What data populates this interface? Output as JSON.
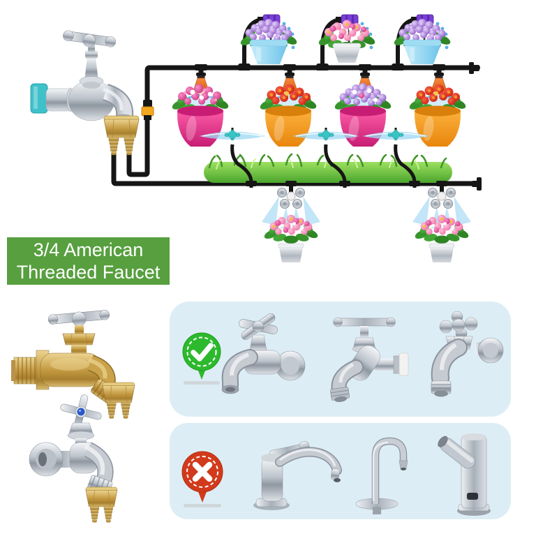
{
  "title": "3/4 American Threaded Faucet drip irrigation product graphic",
  "label": {
    "line1": "3/4 American",
    "line2": "Threaded Faucet"
  },
  "colors": {
    "page_bg": "#ffffff",
    "label_bg": "#579f3f",
    "label_text": "#ffffff",
    "panel_bg": "#ddedf5",
    "check_green": "#2db92d",
    "cross_red": "#d13a1b",
    "tube_black": "#161616",
    "teal_cap": "#3fc1ca",
    "brass": "#c9a24a",
    "chrome": "#c6cbd2",
    "mister_orange": "#ed6a1d",
    "emitter_purple": "#7a3fd8",
    "water_blue": "#7fcdf2",
    "grass_green": "#69c33d",
    "pot_blue": "#7fcdef",
    "pot_magenta": "#e8348c",
    "pot_orange": "#f59a1e",
    "flower_purple": "#a77fd9",
    "flower_red": "#e03020",
    "flower_pink": "#ef7fae"
  },
  "diagram": {
    "name": "drip-irrigation-system-diagram",
    "faucet": "chrome-garden-tap-with-two-way-brass-adapter",
    "parts": [
      "hanging-pot-drip-arms",
      "orange-mist-nozzles",
      "potted-flowers",
      "stake-sprinklers",
      "grass",
      "four-head-mist-assemblies",
      "hanging-flower-baskets"
    ]
  },
  "products_left": [
    "brass-threaded-faucet",
    "two-way-barb-adapter",
    "chrome-threaded-faucet",
    "two-way-barb-adapter"
  ],
  "compatibility": {
    "compatible": {
      "badge": "check-badge",
      "items": [
        "wall-tap-cross-handle",
        "wall-tap-t-handle",
        "wall-tap-ball-cross-handle"
      ]
    },
    "incompatible": {
      "badge": "cross-badge",
      "items": [
        "kitchen-mixer-tap",
        "gooseneck-basin-tap",
        "sensor-pillar-tap"
      ]
    }
  }
}
